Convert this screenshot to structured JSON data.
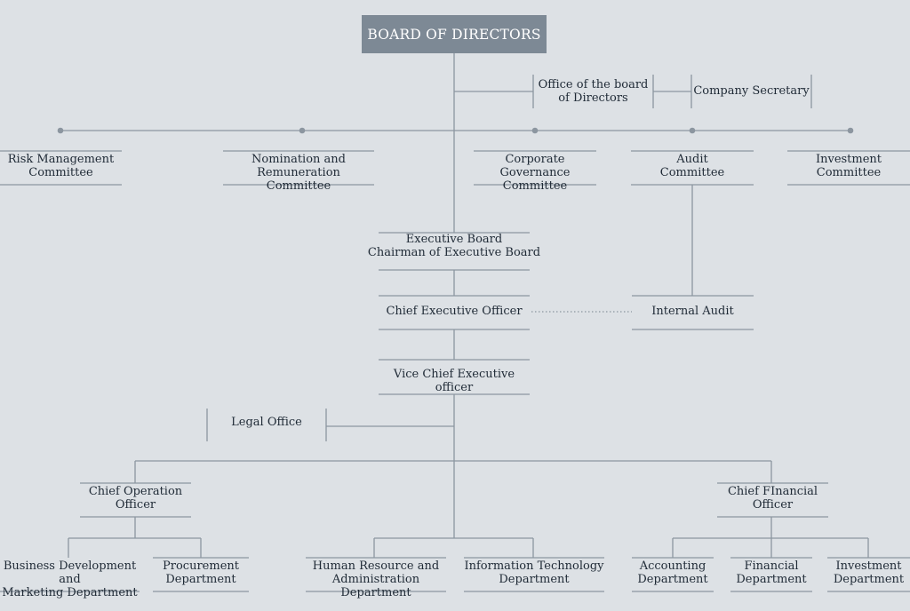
{
  "board": {
    "title": "BOARD OF DIRECTORS"
  },
  "office_board": "Office of the board\nof Directors",
  "company_secretary": "Company Secretary",
  "committees": {
    "risk": "Risk Management\nCommittee",
    "nomination": "Nomination and Remuneration\nCommittee",
    "governance": "Corporate Governance\nCommittee",
    "audit": "Audit\nCommittee",
    "investment": "Investment\nCommittee"
  },
  "executive_board": "Executive Board\nChairman of Executive Board",
  "ceo": "Chief  Executive Officer",
  "internal_audit": "Internal Audit",
  "vice_ceo": "Vice Chief Executive officer",
  "legal_office": "Legal Office",
  "coo": "Chief Operation\nOfficer",
  "cfo": "Chief FInancial\nOfficer",
  "departments": {
    "business_dev": "Business Development and\nMarketing Department",
    "procurement": "Procurement\nDepartment",
    "hr": "Human Resource and\nAdministration Department",
    "it": "Information Technology\nDepartment",
    "accounting": "Accounting\nDepartment",
    "financial": "Financial\nDepartment",
    "investment": "Investment\nDepartment"
  },
  "colors": {
    "background": "#dde1e5",
    "line": "#8c96a0",
    "board_box": "#7d8995",
    "text": "#1f2a36"
  }
}
